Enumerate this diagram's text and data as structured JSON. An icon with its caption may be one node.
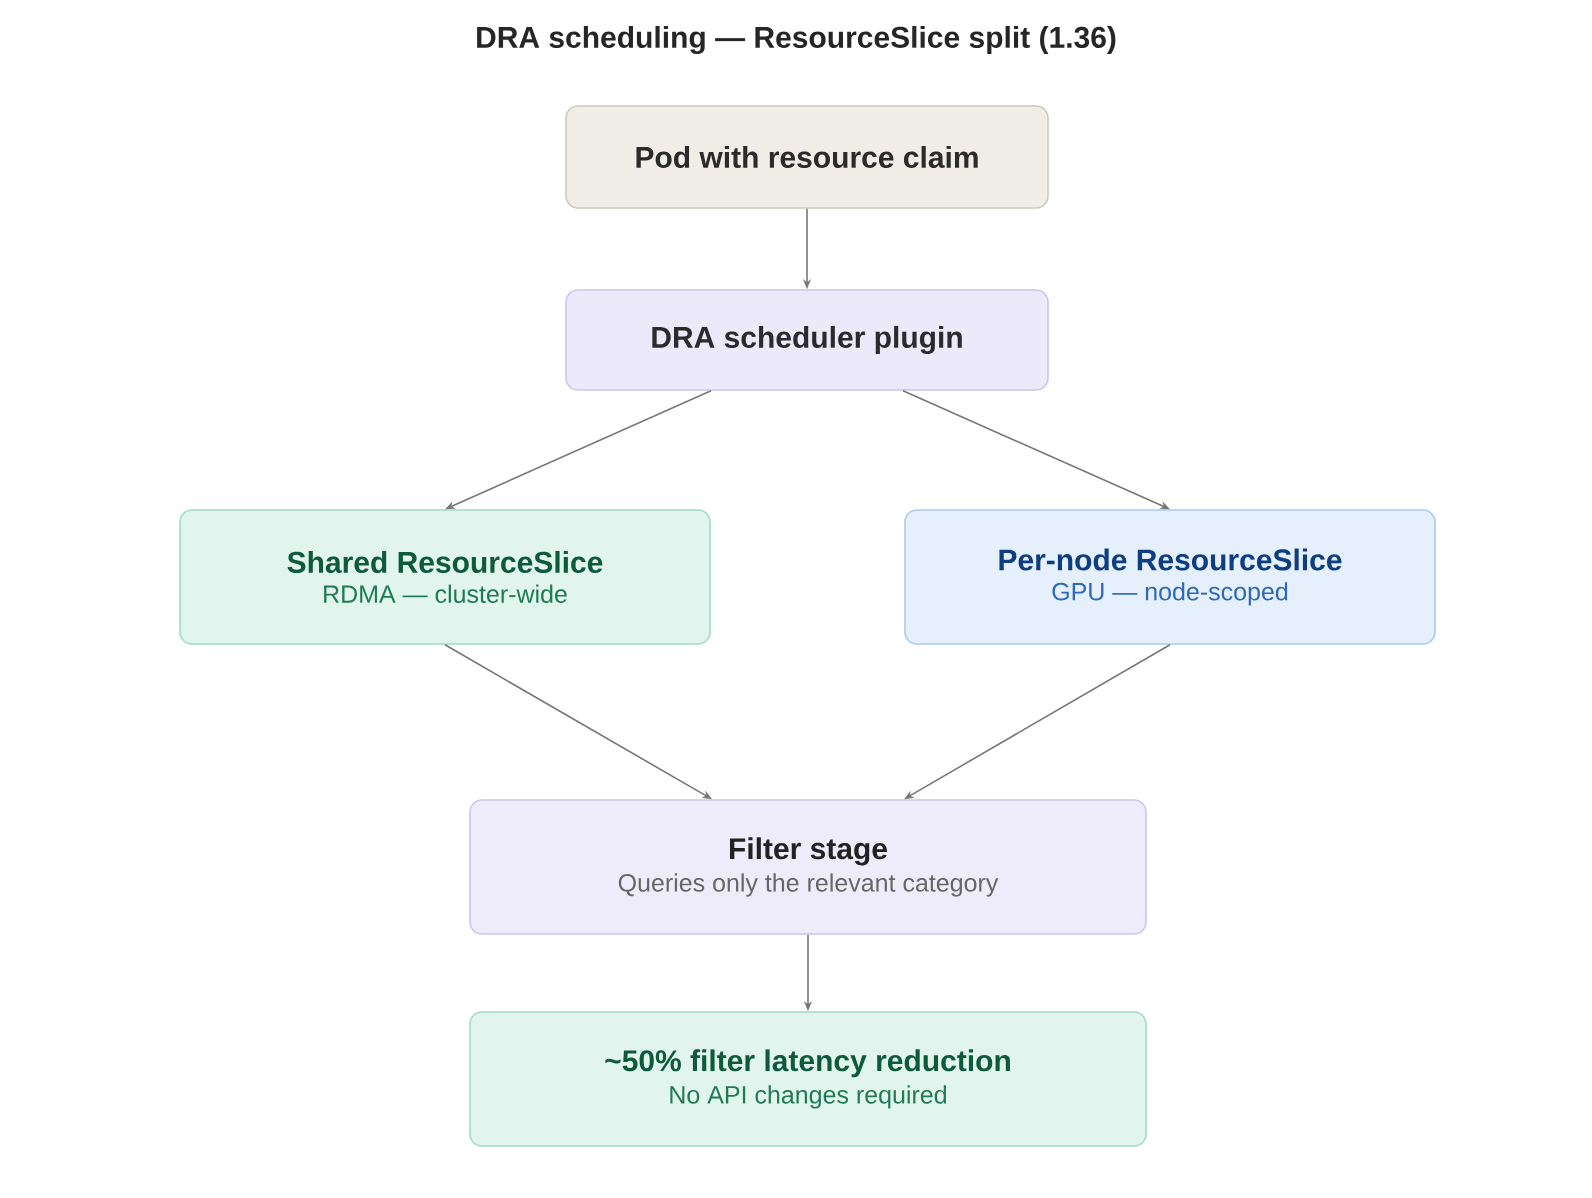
{
  "diagram": {
    "title": "DRA scheduling — ResourceSlice split (1.36)",
    "nodes": [
      {
        "text": [
          "Pod with resource claim"
        ]
      },
      {
        "text": [
          "DRA scheduler plugin"
        ]
      },
      {
        "text": [
          "Shared ResourceSlice",
          "RDMA — cluster-wide"
        ]
      },
      {
        "text": [
          "Per-node ResourceSlice",
          "GPU — node-scoped"
        ]
      },
      {
        "text": [
          "Filter stage",
          "Queries only the relevant category"
        ]
      },
      {
        "text": [
          "~50% filter latency reduction",
          "No API changes required"
        ]
      }
    ],
    "edges": [
      {
        "from": 0,
        "to": 1,
        "arrow": "to"
      },
      {
        "from": 1,
        "to": 2,
        "arrow": "to"
      },
      {
        "from": 1,
        "to": 3,
        "arrow": "to"
      },
      {
        "from": 2,
        "to": 4,
        "arrow": "to"
      },
      {
        "from": 3,
        "to": 4,
        "arrow": "to"
      },
      {
        "from": 4,
        "to": 5,
        "arrow": "to"
      }
    ]
  }
}
